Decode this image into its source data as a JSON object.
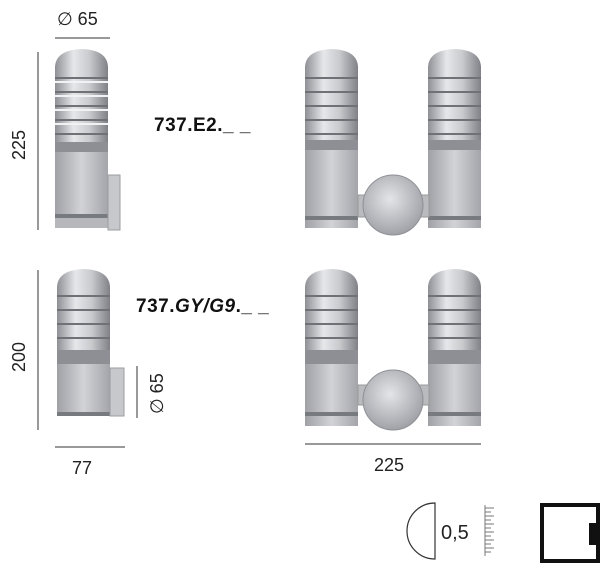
{
  "top_row": {
    "diameter_label": "∅ 65",
    "height_label": "225",
    "model_code": "737.E2._ _"
  },
  "bottom_row": {
    "height_label": "200",
    "diameter_label": "∅ 65",
    "model_code_prefix": "737.",
    "model_code_italic": "GY/G9",
    "model_code_suffix": "._ _",
    "width_label": "77",
    "double_width_label": "225"
  },
  "symbols": {
    "beam_value": "0,5"
  },
  "colors": {
    "lamp_body": "#c8c9cc",
    "lamp_dark": "#9a9ca1",
    "line": "#333333"
  }
}
